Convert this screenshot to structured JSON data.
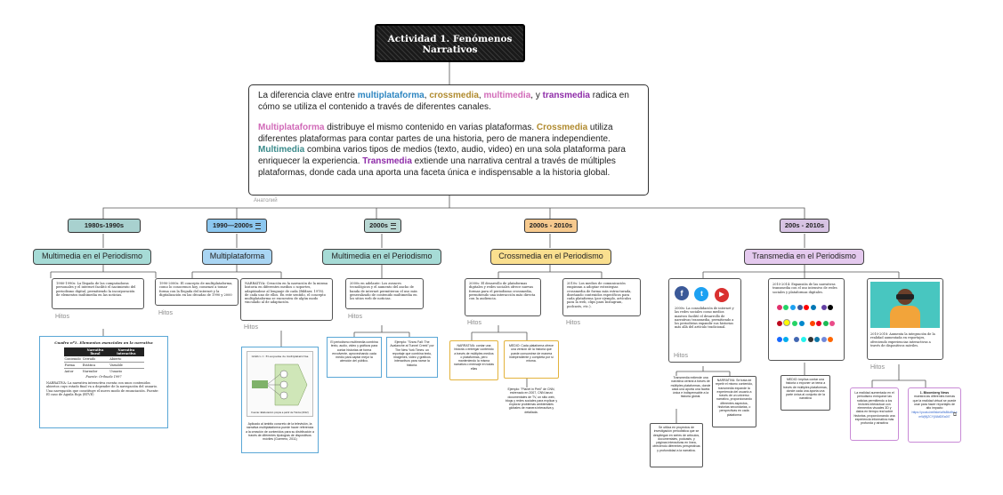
{
  "title": "Actividad 1. Fenómenos Narrativos",
  "intro": {
    "p1_a": "La diferencia clave entre ",
    "multiplataforma": "multiplataforma",
    "sep1": ", ",
    "crossmedia": "crossmedia",
    "sep2": ", ",
    "multimedia": "multimedia",
    "sep3": ", y ",
    "transmedia": "transmedia",
    "p1_b": " radica en cómo se utiliza el contenido a través de diferentes canales.",
    "p2_multi": "Multiplataforma",
    "p2_a": " distribuye el mismo contenido en varias plataformas. ",
    "p2_cross": "Crossmedia",
    "p2_b": " utiliza diferentes plataformas para contar partes de una historia, pero de manera independiente. ",
    "p2_media": "Multimedia",
    "p2_c": " combina varios tipos de medios (texto, audio, video) en una sola plataforma para enriquecer la experiencia. ",
    "p2_trans": "Transmedia",
    "p2_d": " extiende una narrativa central a través de múltiples plataformas, donde cada una aporta una faceta única e indispensable a la historia global."
  },
  "author": "Анатолий",
  "hitos_label": "Hitos",
  "eras": [
    "1980s-1990s",
    "1990—2000s",
    "2000s",
    "2000s - 2010s",
    "200s - 2010s"
  ],
  "topics": [
    "Multimedia en el Periodismo",
    "Multiplataforma",
    "Multimedia en el Periodismo",
    "Crossmedia en el Periodismo",
    "Transmedia en el Periodismo"
  ],
  "colors": {
    "era1": "#a8d1cf",
    "era2": "#8cc7ef",
    "era3": "#b8d7d3",
    "era4": "#f6c98e",
    "era5": "#d7c3e3",
    "topic1": "#a6dbd6",
    "topic2": "#a9d5f3",
    "topic3": "#a6dbd6",
    "topic4": "#fadf8f",
    "topic5": "#e4c9ee"
  },
  "notes": {
    "n1": "1980-1990s: La llegada de las computadoras personales y el internet facilitó el nacimiento del periodismo digital, permitiendo la incorporación de elementos multimedia en las noticias.",
    "n2": "1990-2000s: El concepto de multiplataforma, como lo conocemos hoy, comenzó a tomar forma con la llegada del internet y la digitalización en las décadas de 1990 y 2000",
    "n3": "NARRATIVA: Creación en la narración de la misma historia en diferentes medios o soportes, adaptándose al lenguaje de cada (Bildner, 1978). de cada uno de ellos. En este sentido, el concepto multiplataforma se encuentra de algún modo vinculado al de adaptación.",
    "n4": "2000s en adelante: Los avances tecnológicos y el aumento del ancho de banda de internet permitieron el uso más generalizado de contenido multimedia en los sitios web de noticias.",
    "n5": "2000s: El desarrollo de plataformas digitales y redes sociales ofrece nuevas formas para el periodismo crossmedia, permitiendo una interacción más directa con la audiencia.",
    "n6": "2010s: Los medios de comunicación empiezan a adoptar estrategias crossmedia de forma más estructurada, diseñando contenidos específicos para cada plataforma (por ejemplo, artículos para la web, clips para Instagram, podcasts, etc.).",
    "n7": "2000s: La consolidación de internet y las redes sociales como medios masivos facilitó el desarrollo de narrativas transmedia, permitiendo a los periodistas expandir sus historias más allá del artículo tradicional.",
    "n8": "2010-2014: Expansión de las narrativas transmedia con el uso intensivo de redes sociales y plataformas digitales.",
    "n9": "2010-2018: Aumenta la integración de la realidad aumentada en reportajes, ofreciendo experiencias interactivas a través de dispositivos móviles."
  },
  "table": {
    "caption": "Cuadro nº1. Elementos esenciales en la narrativa",
    "headers": [
      "",
      "Narrativa lineal",
      "Narrativa interactiva"
    ],
    "rows": [
      [
        "Contenido",
        "Cerrado",
        "Abierto"
      ],
      [
        "Forma",
        "Estática",
        "Variable"
      ],
      [
        "Autor",
        "Narrador",
        "Usuario"
      ]
    ],
    "source": "Fuente: Orihuela 1997"
  },
  "table_note": "NARRATIVA: La narrativa interactiva cuenta con unos contenidos abiertos cuyo estado final va a depender de la navegación del usuario. Una navegación que constituye el nuevo modo de enunciación. Fuente: El caso de Águila Roja (RTVE)",
  "graphic_title": "Gráfico 1: El esquema de multiplataforma",
  "graphic_caption": "Fuente: Elaboración propia a partir de Tárcia (2012)",
  "multi_note": "Aplicado al ámbito concreto de la televisión, la narrativa multiplataforma puede hacer referencia a la creación de contenidos para su distribución a través de diferentes tipologías de dispositivos móviles (Guerrero, 2011)",
  "mm_boxes": {
    "b1": "El periodismo multimedia combina texto, audio, video y gráficos para contar historias de forma envolvente, aprovechando cada medio para captar mejor la atención del público.",
    "b2": "Ejemplo: \"Snow Fall: The Avalanche at Tunnel Creek\" por The New York Times: un reportaje que combina texto, imágenes, video y gráficos interactivos para narrar la historia."
  },
  "cross_boxes": {
    "b1": "NARRATIVA: contar una historia o entregar contenido a través de múltiples medios o plataformas, pero manteniendo la misma narrativa o mensaje en todas ellas",
    "b2": "MEDIO: Cada plataforma ofrece una versión de la historia que puede consumirse de manera independiente y completa por sí misma.",
    "b3": "Ejemplo: \"Planet in Peril\" de CNN, estrenado en 2007, CNN lanzó documentales de TV, un sitio web, blogs y redes sociales para explicar y explorar problemas ambientales globales de manera interactiva y detallada."
  },
  "trans_boxes": {
    "b1": "Transmedia extiende una narrativa central a través de múltiples plataformas, donde cada una aporta una faceta única e indispensable a la historia global.",
    "b2": "NARRATIVA: Se trata de repetir el mismo contenido, transmedia expande la experiencia del usuario a través de un universo narrativo, proporcionando diferentes aspectos, historias secundarias, o perspectivas en cada plataforma",
    "b3": "Se utiliza en proyectos de investigación periodística que se despliegan en series de artículos, documentales, podcasts, y páginas interactivas en línea, ofreciendo diferentes perspectivas y profundidad a la narrativa.",
    "b4": "MEDIO: Implica contar una historia o exponer un tema a través de múltiples plataformas, donde cada una aporta una parte única al conjunto de la narrativa",
    "b5": "La realidad aumentada en el periodismo enriquece las noticias permitiendo a los lectores interactuar con elementos visuales 3D y datos en tiempo real sobre historias, proporcionando una experiencia informativa más profunda y atractiva",
    "b6_title": "1. Bloomberg News",
    "b6": "muestra las diferentes formas que la realidad virtual se puede usar para hacer reportajes de alto impacto",
    "b6_link": "https://youtu.be/fake/a9sBkd9d-xmWj9jZCYj0lAtDEa0I7"
  }
}
